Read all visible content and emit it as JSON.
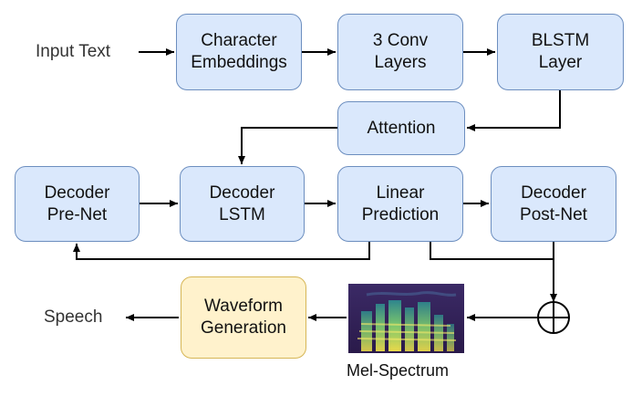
{
  "input_label": "Input Text",
  "output_label": "Speech",
  "spectrum_label": "Mel-Spectrum",
  "boxes": {
    "char_embed": "Character\nEmbeddings",
    "conv": "3 Conv\nLayers",
    "blstm": "BLSTM\nLayer",
    "attention": "Attention",
    "prenet": "Decoder\nPre-Net",
    "lstm": "Decoder\nLSTM",
    "linear": "Linear\nPrediction",
    "postnet": "Decoder\nPost-Net",
    "waveform": "Waveform\nGeneration"
  },
  "colors": {
    "box_fill": "#dae8fc",
    "box_stroke": "#6c8ebf",
    "waveform_fill": "#fff2cc",
    "waveform_stroke": "#d6b656",
    "arrow": "#000000"
  },
  "icons": {
    "sum_node": "circle-plus-icon",
    "spectrogram": "mel-spectrogram-image"
  }
}
